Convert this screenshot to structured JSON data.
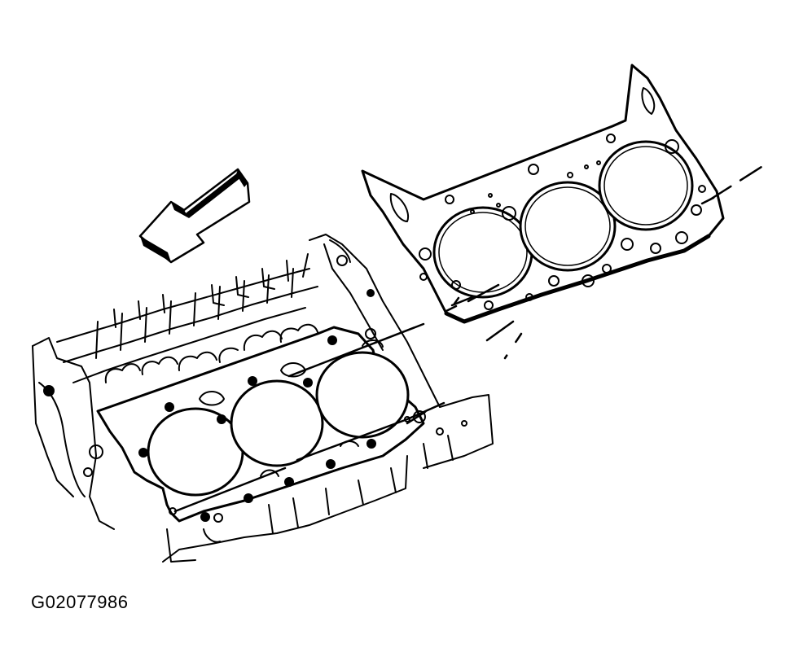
{
  "figure": {
    "id_label": "G02077986",
    "ink_color": "#000000",
    "background_color": "#ffffff"
  },
  "parts": {
    "gasket": {
      "cylinder_bores": 3
    },
    "engine_block_deck": {
      "cylinder_bores": 3
    },
    "direction_arrow": {
      "icon": "front-direction-arrow-icon"
    }
  }
}
